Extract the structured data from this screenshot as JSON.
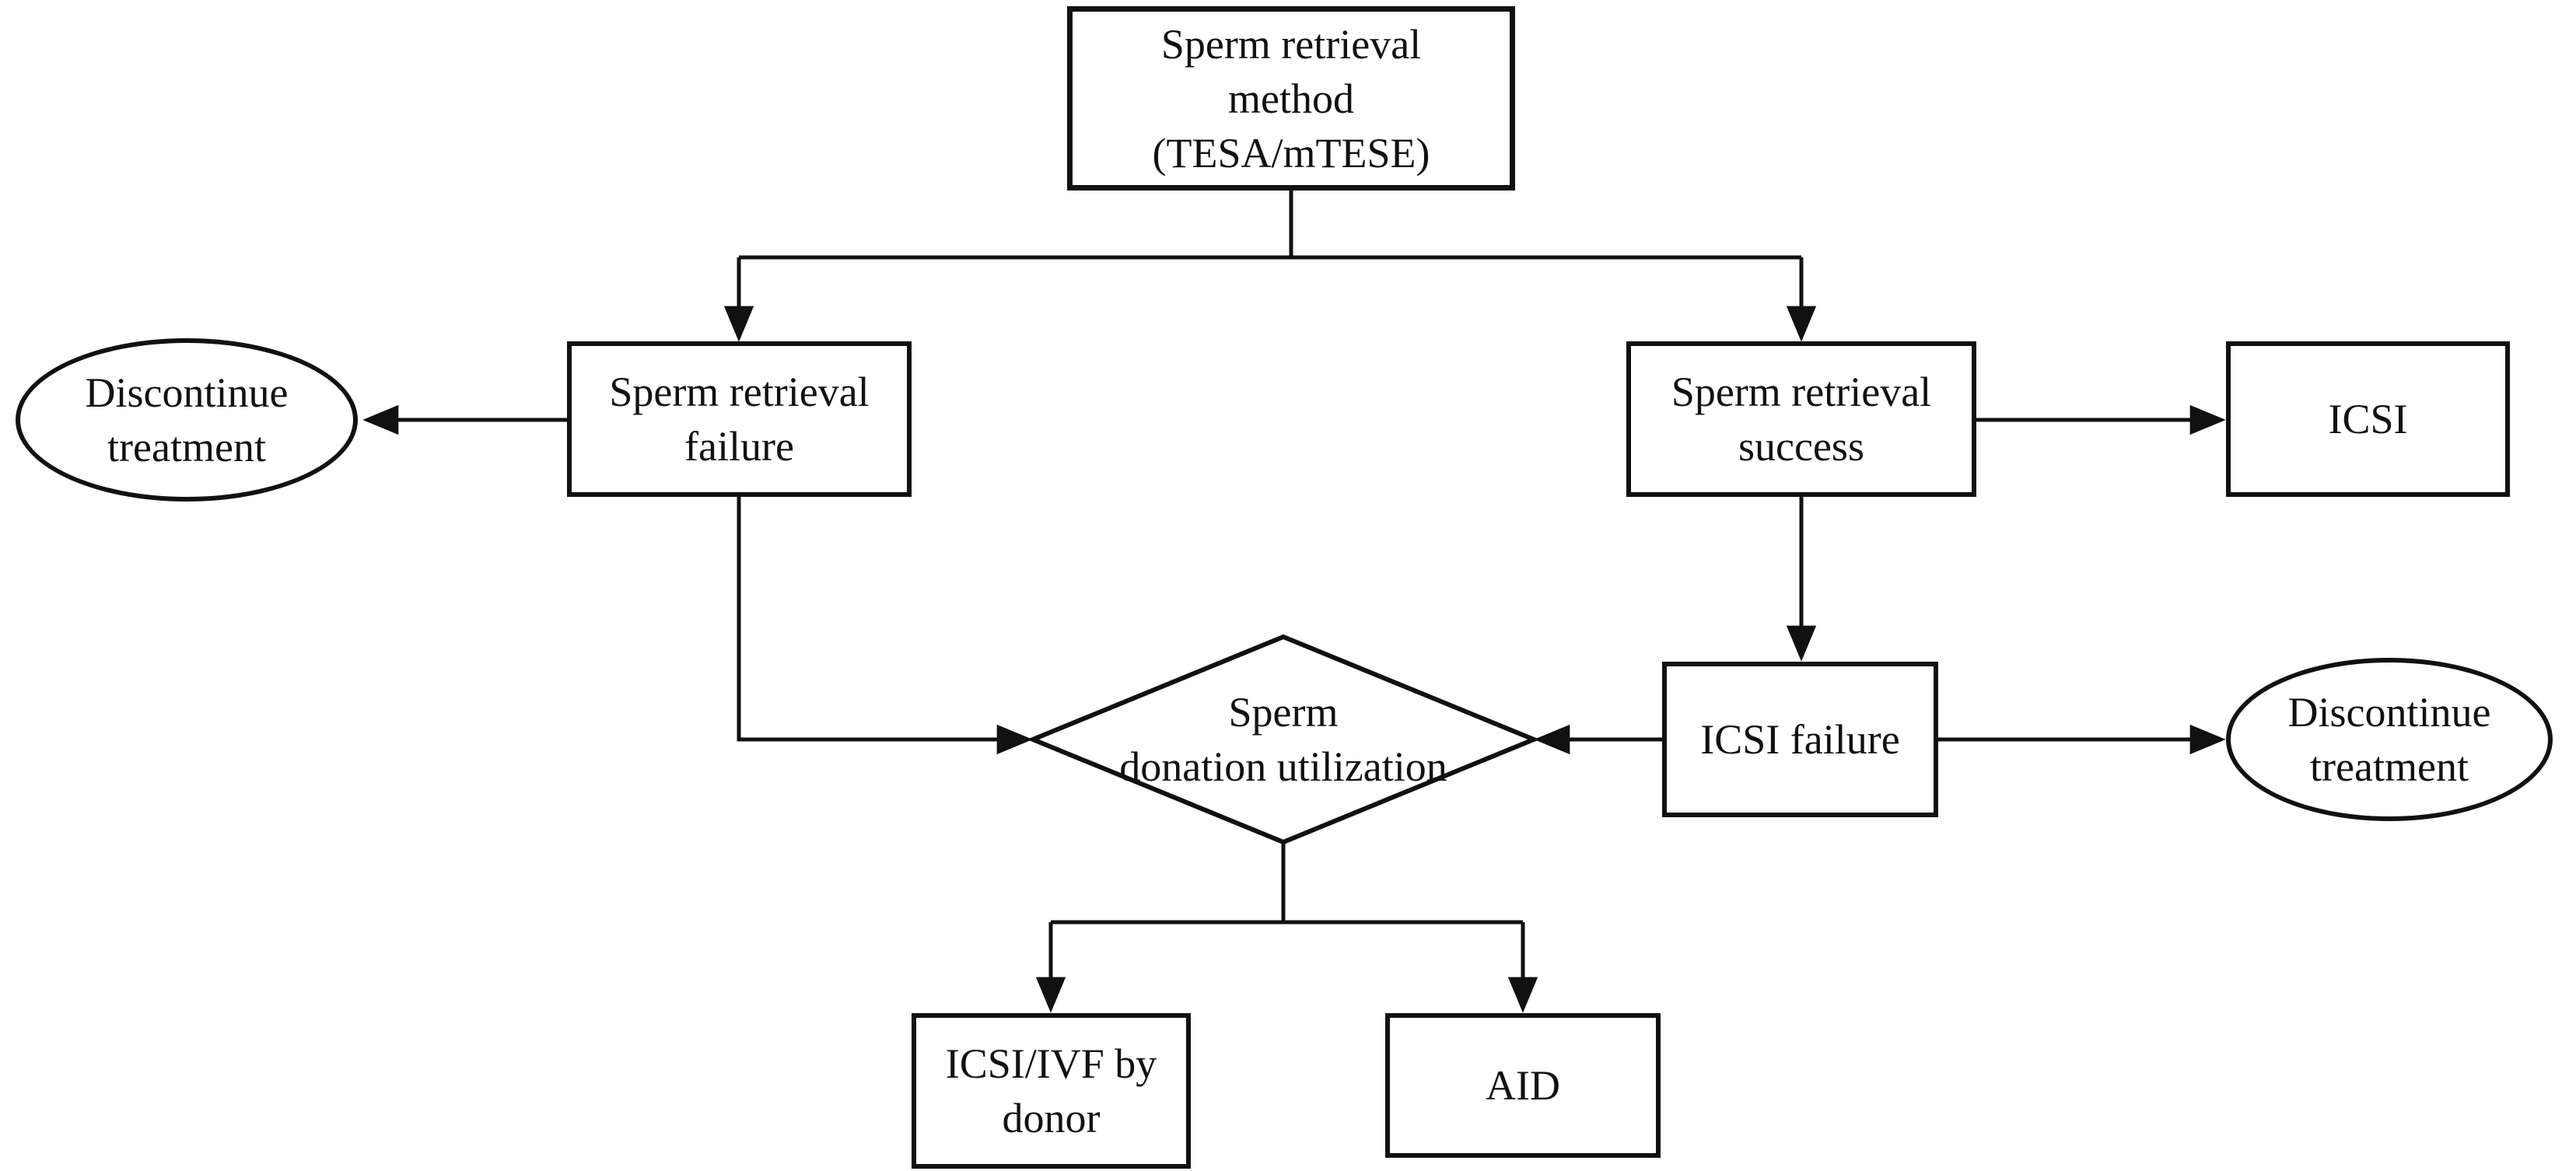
{
  "diagram": {
    "type": "flowchart",
    "colors": {
      "stroke": "#111111",
      "background": "#ffffff",
      "text": "#111111"
    },
    "nodes": {
      "sperm_retrieval_method": {
        "shape": "rectangle",
        "lines": [
          "Sperm retrieval",
          "method",
          "(TESA/mTESE)"
        ]
      },
      "sperm_retrieval_failure": {
        "shape": "rectangle",
        "lines": [
          "Sperm retrieval",
          "failure"
        ]
      },
      "sperm_retrieval_success": {
        "shape": "rectangle",
        "lines": [
          "Sperm retrieval",
          "success"
        ]
      },
      "discontinue_treatment_left": {
        "shape": "ellipse",
        "lines": [
          "Discontinue",
          "treatment"
        ]
      },
      "icsi": {
        "shape": "rectangle",
        "lines": [
          "ICSI"
        ]
      },
      "icsi_failure": {
        "shape": "rectangle",
        "lines": [
          "ICSI failure"
        ]
      },
      "discontinue_treatment_right": {
        "shape": "ellipse",
        "lines": [
          "Discontinue",
          "treatment"
        ]
      },
      "sperm_donation_utilization": {
        "shape": "diamond",
        "lines": [
          "Sperm",
          "donation utilization"
        ]
      },
      "icsi_ivf_by_donor": {
        "shape": "rectangle",
        "lines": [
          "ICSI/IVF by",
          "donor"
        ]
      },
      "aid": {
        "shape": "rectangle",
        "lines": [
          "AID"
        ]
      }
    },
    "edges": [
      {
        "from": "sperm_retrieval_method",
        "to": "sperm_retrieval_failure",
        "arrow": true
      },
      {
        "from": "sperm_retrieval_method",
        "to": "sperm_retrieval_success",
        "arrow": true
      },
      {
        "from": "sperm_retrieval_failure",
        "to": "discontinue_treatment_left",
        "arrow": true
      },
      {
        "from": "sperm_retrieval_success",
        "to": "icsi",
        "arrow": true
      },
      {
        "from": "sperm_retrieval_success",
        "to": "icsi_failure",
        "arrow": true
      },
      {
        "from": "icsi_failure",
        "to": "discontinue_treatment_right",
        "arrow": true
      },
      {
        "from": "icsi_failure",
        "to": "sperm_donation_utilization",
        "arrow": true
      },
      {
        "from": "sperm_retrieval_failure",
        "to": "sperm_donation_utilization",
        "arrow": true
      },
      {
        "from": "sperm_donation_utilization",
        "to": "icsi_ivf_by_donor",
        "arrow": true
      },
      {
        "from": "sperm_donation_utilization",
        "to": "aid",
        "arrow": true
      }
    ]
  }
}
